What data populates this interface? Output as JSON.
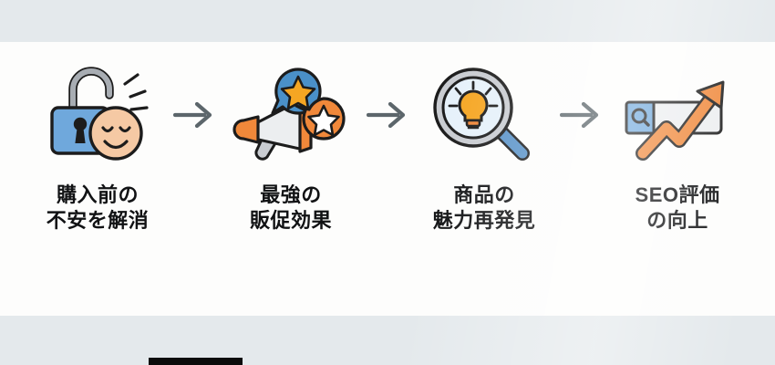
{
  "page": {
    "background_band_color": "#e4e9ec",
    "canvas_color": "#fdfdfc",
    "arrow_color": "#5c666b",
    "text_color": "#111214",
    "accent_blue": "#6fa8dc",
    "accent_blue_dark": "#4a90c8",
    "accent_orange": "#f0883a",
    "accent_yellow": "#f5a623",
    "skin": "#f5c9a4",
    "gray": "#a8adb3"
  },
  "flow": {
    "arrow_icon": "arrow-right-icon",
    "steps": [
      {
        "id": "step-1",
        "icon": "open-padlock-smiling-face-icon",
        "line1": "購入前の",
        "line2": "不安を解消"
      },
      {
        "id": "step-2",
        "icon": "megaphone-star-bubbles-icon",
        "line1": "最強の",
        "line2": "販促効果"
      },
      {
        "id": "step-3",
        "icon": "magnifier-lightbulb-icon",
        "line1": "商品の",
        "line2": "魅力再発見"
      },
      {
        "id": "step-4",
        "icon": "search-bar-growth-arrow-icon",
        "line1": "SEO評価",
        "line2": "の向上"
      }
    ]
  },
  "footer": {
    "bar_label": "",
    "caption": ""
  }
}
